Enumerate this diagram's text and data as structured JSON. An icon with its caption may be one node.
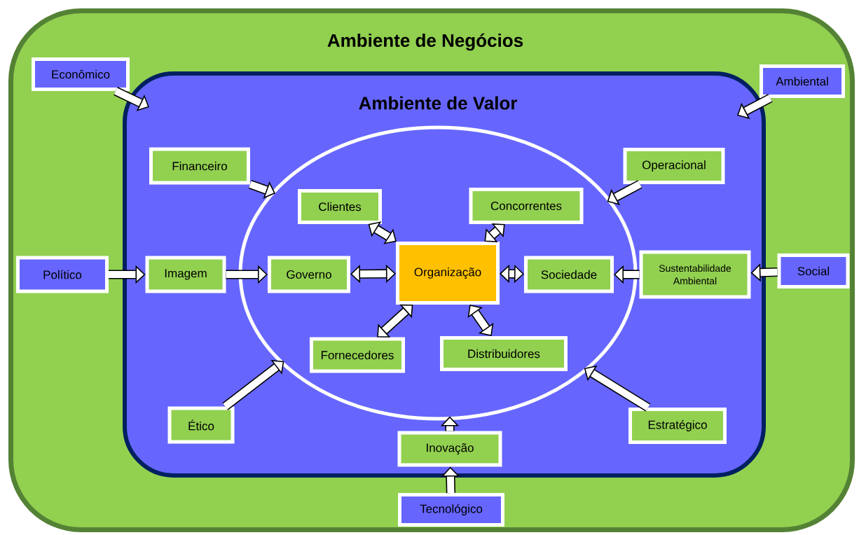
{
  "diagram": {
    "nodes": [
      {
        "text": [
          "Ambiente de Negócios"
        ]
      },
      {
        "text": [
          "Econômico"
        ],
        "in": 0
      },
      {
        "text": [
          "Ambiental"
        ],
        "in": 0
      },
      {
        "text": [
          "Ambiente de Valor"
        ],
        "in": 0
      },
      {
        "text": [
          "Financeiro"
        ],
        "in": 3
      },
      {
        "text": [
          "Operacional"
        ],
        "in": 3
      },
      {
        "text": [],
        "shape": "ellipse",
        "in": 3
      },
      {
        "text": [
          "Clientes"
        ],
        "in": 6
      },
      {
        "text": [
          "Concorrentes"
        ],
        "in": 6
      },
      {
        "text": [
          "Político"
        ],
        "in": 0
      },
      {
        "text": [
          "Imagem"
        ],
        "in": 3
      },
      {
        "text": [
          "Governo"
        ],
        "in": 6
      },
      {
        "text": [
          "Organização"
        ],
        "in": 6
      },
      {
        "text": [
          "Sociedade"
        ],
        "in": 6
      },
      {
        "text": [
          "Sustentabilidade Ambiental"
        ],
        "in": 3
      },
      {
        "text": [
          "Social"
        ],
        "in": 0
      },
      {
        "text": [
          "Fornecedores"
        ],
        "in": 6
      },
      {
        "text": [
          "Distribuidores"
        ],
        "in": 6
      },
      {
        "text": [
          "Ético"
        ],
        "in": 3
      },
      {
        "text": [
          "Estratégico"
        ],
        "in": 3
      },
      {
        "text": [
          "Inovação"
        ],
        "in": 3
      },
      {
        "text": [
          "Tecnológico"
        ],
        "in": 0
      }
    ],
    "edges": [
      {
        "from": 1,
        "to": 3,
        "arrow": "to"
      },
      {
        "from": 2,
        "to": 3,
        "arrow": "to"
      },
      {
        "from": 4,
        "to": 6,
        "arrow": "to"
      },
      {
        "from": 5,
        "to": 6,
        "arrow": "to"
      },
      {
        "from": 12,
        "to": 7,
        "arrow": "both"
      },
      {
        "from": 12,
        "to": 8,
        "arrow": "both"
      },
      {
        "from": 9,
        "to": 10,
        "arrow": "to"
      },
      {
        "from": 10,
        "to": 11,
        "arrow": "to"
      },
      {
        "from": 12,
        "to": 11,
        "arrow": "both"
      },
      {
        "from": 12,
        "to": 13,
        "arrow": "both"
      },
      {
        "from": 14,
        "to": 13,
        "arrow": "to"
      },
      {
        "from": 15,
        "to": 14,
        "arrow": "to"
      },
      {
        "from": 12,
        "to": 16,
        "arrow": "both"
      },
      {
        "from": 12,
        "to": 17,
        "arrow": "both"
      },
      {
        "from": 18,
        "to": 6,
        "arrow": "to"
      },
      {
        "from": 19,
        "to": 6,
        "arrow": "to"
      },
      {
        "from": 20,
        "to": 6,
        "arrow": "to"
      },
      {
        "from": 21,
        "to": 20,
        "arrow": "to"
      }
    ]
  }
}
